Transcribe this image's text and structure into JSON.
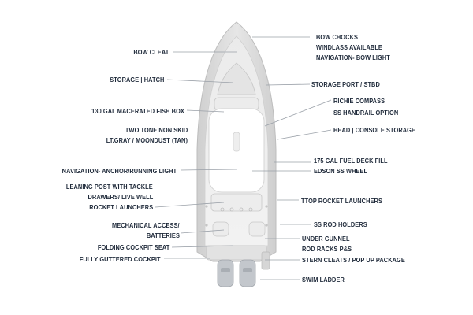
{
  "labels_left": [
    {
      "id": "bow-cleat",
      "text": "BOW CLEAT"
    },
    {
      "id": "storage-hatch",
      "text": "STORAGE  |  HATCH"
    },
    {
      "id": "fish-box",
      "text": "130 GAL MACERATED FISH BOX"
    },
    {
      "id": "non-skid-1",
      "text": "TWO TONE NON SKID"
    },
    {
      "id": "non-skid-2",
      "text": "LT.GRAY / MOONDUST (TAN)"
    },
    {
      "id": "nav-anchor",
      "text": "NAVIGATION- ANCHOR/RUNNING LIGHT"
    },
    {
      "id": "leaning-1",
      "text": "LEANING POST WITH TACKLE"
    },
    {
      "id": "leaning-2",
      "text": "DRAWERS/ LIVE WELL"
    },
    {
      "id": "leaning-3",
      "text": "ROCKET LAUNCHERS"
    },
    {
      "id": "mech-1",
      "text": "MECHANICAL ACCESS/"
    },
    {
      "id": "mech-2",
      "text": "BATTERIES"
    },
    {
      "id": "folding-seat",
      "text": "FOLDING COCKPIT SEAT"
    },
    {
      "id": "guttered-cockpit",
      "text": "FULLY GUTTERED COCKPIT"
    }
  ],
  "labels_right": [
    {
      "id": "bow-chocks",
      "text": "BOW CHOCKS"
    },
    {
      "id": "windlass",
      "text": "WINDLASS AVAILABLE"
    },
    {
      "id": "nav-bow",
      "text": "NAVIGATION- BOW LIGHT"
    },
    {
      "id": "storage-port",
      "text": "STORAGE PORT / STBD"
    },
    {
      "id": "richie-compass",
      "text": "RICHIE COMPASS"
    },
    {
      "id": "handrail",
      "text": "SS HANDRAIL OPTION"
    },
    {
      "id": "head-console",
      "text": "HEAD  | CONSOLE STORAGE"
    },
    {
      "id": "fuel-fill",
      "text": "175 GAL FUEL DECK FILL"
    },
    {
      "id": "edson-wheel",
      "text": "EDSON SS WHEEL"
    },
    {
      "id": "ttop-rocket",
      "text": "TTOP ROCKET LAUNCHERS"
    },
    {
      "id": "rod-holders",
      "text": "SS ROD HOLDERS"
    },
    {
      "id": "under-gunnel",
      "text": "UNDER GUNNEL"
    },
    {
      "id": "rod-racks",
      "text": "ROD RACKS P&S"
    },
    {
      "id": "stern-cleats",
      "text": "STERN CLEATS / POP UP PACKAGE"
    },
    {
      "id": "swim-ladder",
      "text": "SWIM LADDER"
    }
  ],
  "colors": {
    "text": "#1f2a3a",
    "leader": "#9aa0a8",
    "hull_outer": "#dcdcdc",
    "deck": "#f5f5f5",
    "console": "#ffffff",
    "outboard": "#b8bcc2"
  }
}
